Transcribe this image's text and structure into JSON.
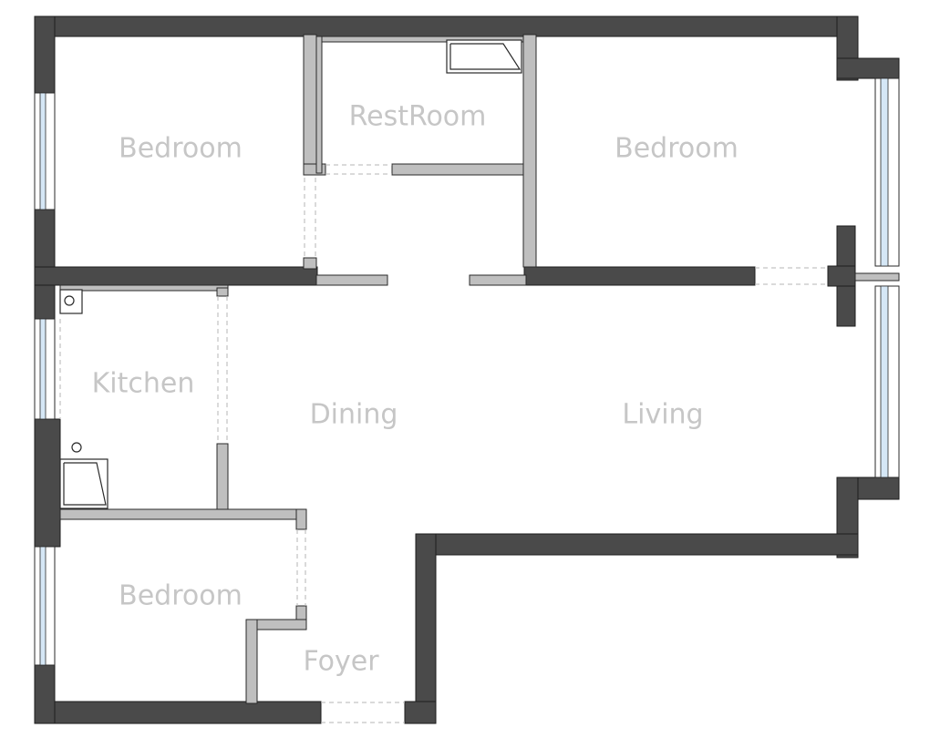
{
  "rooms": {
    "bedroom_top_left": "Bedroom",
    "restroom": "RestRoom",
    "bedroom_top_right": "Bedroom",
    "kitchen": "Kitchen",
    "dining": "Dining",
    "living": "Living",
    "bedroom_bottom_left": "Bedroom",
    "foyer": "Foyer"
  },
  "colors": {
    "exterior_wall": "#4a4a4a",
    "interior_wall": "#bfbfbf",
    "window_glass": "#d5e7f6",
    "label": "#c6c6c6"
  }
}
